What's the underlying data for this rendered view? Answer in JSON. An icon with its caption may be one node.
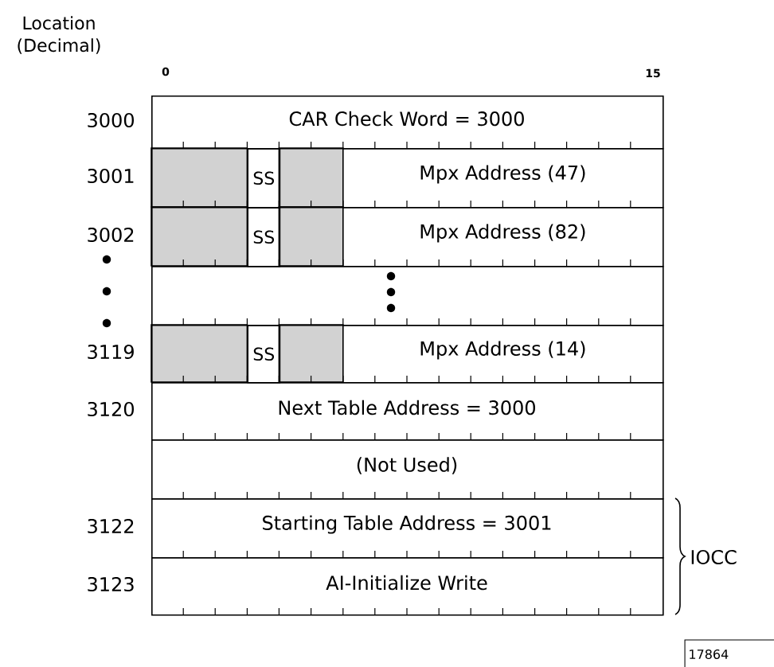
{
  "diagram": {
    "nodes": [
      {
        "text": [
          "CAR Check Word = 3000"
        ],
        "beside": [
          "3000"
        ]
      },
      {
        "text": [
          "Mpx Address (47)"
        ],
        "beside": [
          "3001"
        ]
      },
      {
        "text": [
          "SS"
        ],
        "in": 1
      },
      {
        "text": [
          "Mpx Address (82)"
        ],
        "beside": [
          "3002"
        ]
      },
      {
        "text": [
          "SS"
        ],
        "in": 3
      },
      {
        "text": [],
        "shape": "box"
      },
      {
        "text": [
          "Mpx Address (14)"
        ],
        "beside": [
          "3119"
        ]
      },
      {
        "text": [
          "SS"
        ],
        "in": 6
      },
      {
        "text": [
          "Next Table Address = 3000"
        ],
        "beside": [
          "3120"
        ]
      },
      {
        "text": [
          "(Not Used)"
        ]
      },
      {
        "text": [
          "Starting Table Address = 3001"
        ],
        "beside": [
          "3122"
        ]
      },
      {
        "text": [
          "AI-Initialize Write"
        ],
        "beside": [
          "3123"
        ]
      }
    ],
    "labels": [
      "Location (Decimal)",
      "0",
      "15",
      "IOCC",
      "17864"
    ]
  }
}
